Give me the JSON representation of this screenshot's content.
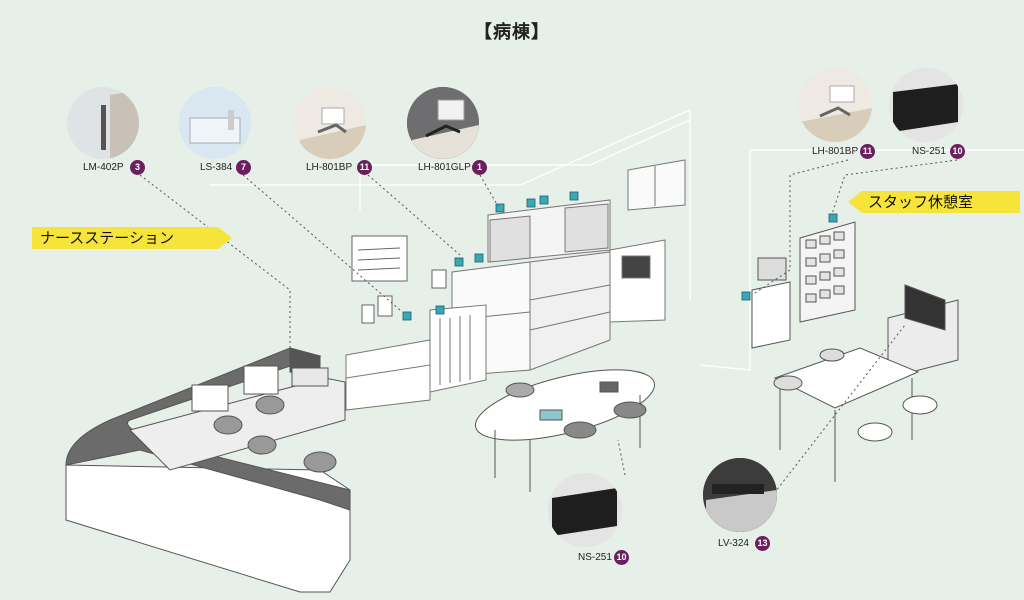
{
  "title": "【病棟】",
  "areas": {
    "nurse_station": "ナースステーション",
    "staff_lounge": "スタッフ休憩室"
  },
  "products": [
    {
      "model": "LM-402P",
      "number": "3"
    },
    {
      "model": "LS-384",
      "number": "7"
    },
    {
      "model": "LH-801BP",
      "number": "11"
    },
    {
      "model": "LH-801GLP",
      "number": "1"
    },
    {
      "model": "LH-801BP",
      "number": "11"
    },
    {
      "model": "NS-251",
      "number": "10"
    },
    {
      "model": "NS-251",
      "number": "10"
    },
    {
      "model": "LV-324",
      "number": "13"
    }
  ],
  "colors": {
    "background": "#e6efe8",
    "banner": "#f7e43a",
    "badge": "#6b1f5e",
    "arm": "#3aa7b4"
  }
}
